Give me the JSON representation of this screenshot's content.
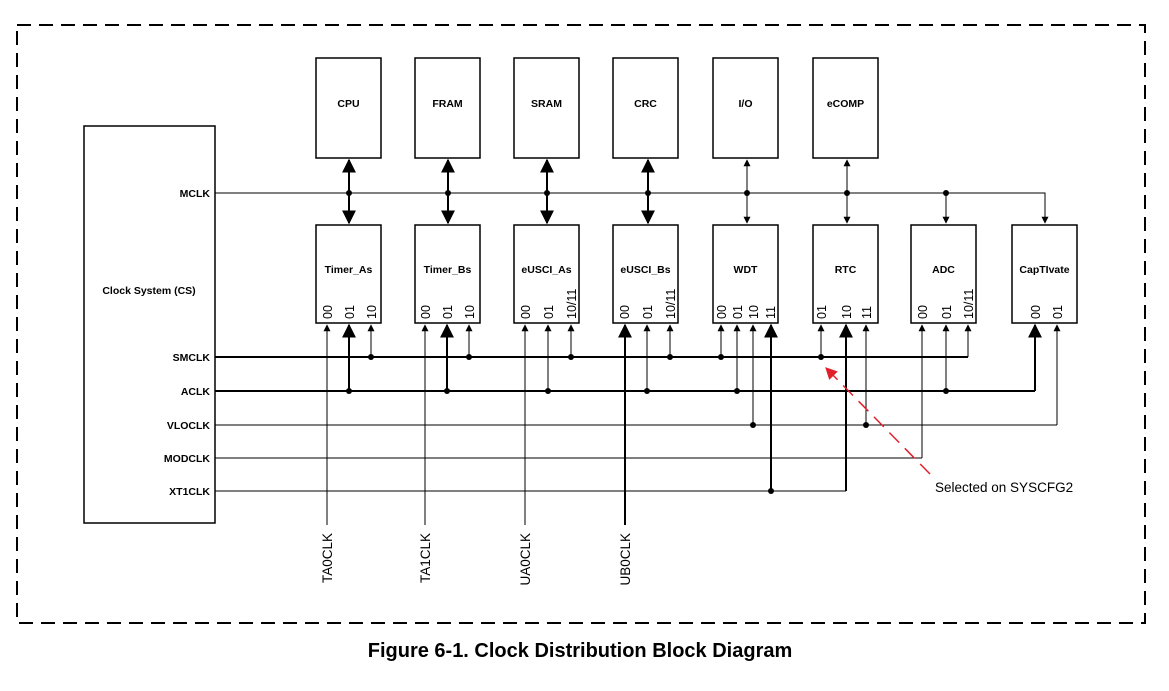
{
  "diagram": {
    "clock_system_label": "Clock System (CS)",
    "clock_signals": [
      "MCLK",
      "SMCLK",
      "ACLK",
      "VLOCLK",
      "MODCLK",
      "XT1CLK"
    ],
    "top_blocks": [
      "CPU",
      "FRAM",
      "SRAM",
      "CRC",
      "I/O",
      "eCOMP"
    ],
    "peripherals": [
      {
        "name": "Timer_As",
        "pins": [
          "00",
          "01",
          "10"
        ]
      },
      {
        "name": "Timer_Bs",
        "pins": [
          "00",
          "01",
          "10"
        ]
      },
      {
        "name": "eUSCI_As",
        "pins": [
          "00",
          "01",
          "10/11"
        ]
      },
      {
        "name": "eUSCI_Bs",
        "pins": [
          "00",
          "01",
          "10/11"
        ]
      },
      {
        "name": "WDT",
        "pins": [
          "00",
          "01",
          "10",
          "11"
        ]
      },
      {
        "name": "RTC",
        "pins": [
          "01",
          "10",
          "11"
        ]
      },
      {
        "name": "ADC",
        "pins": [
          "00",
          "01",
          "10/11"
        ]
      },
      {
        "name": "CapTIvate",
        "pins": [
          "00",
          "01"
        ]
      }
    ],
    "external_clocks": [
      "TA0CLK",
      "TA1CLK",
      "UA0CLK",
      "UB0CLK"
    ],
    "annotation": "Selected on SYSCFG2"
  },
  "caption": "Figure 6-1. Clock Distribution Block Diagram",
  "colors": {
    "line": "#000000",
    "annotation_arrow": "#e0202a"
  }
}
